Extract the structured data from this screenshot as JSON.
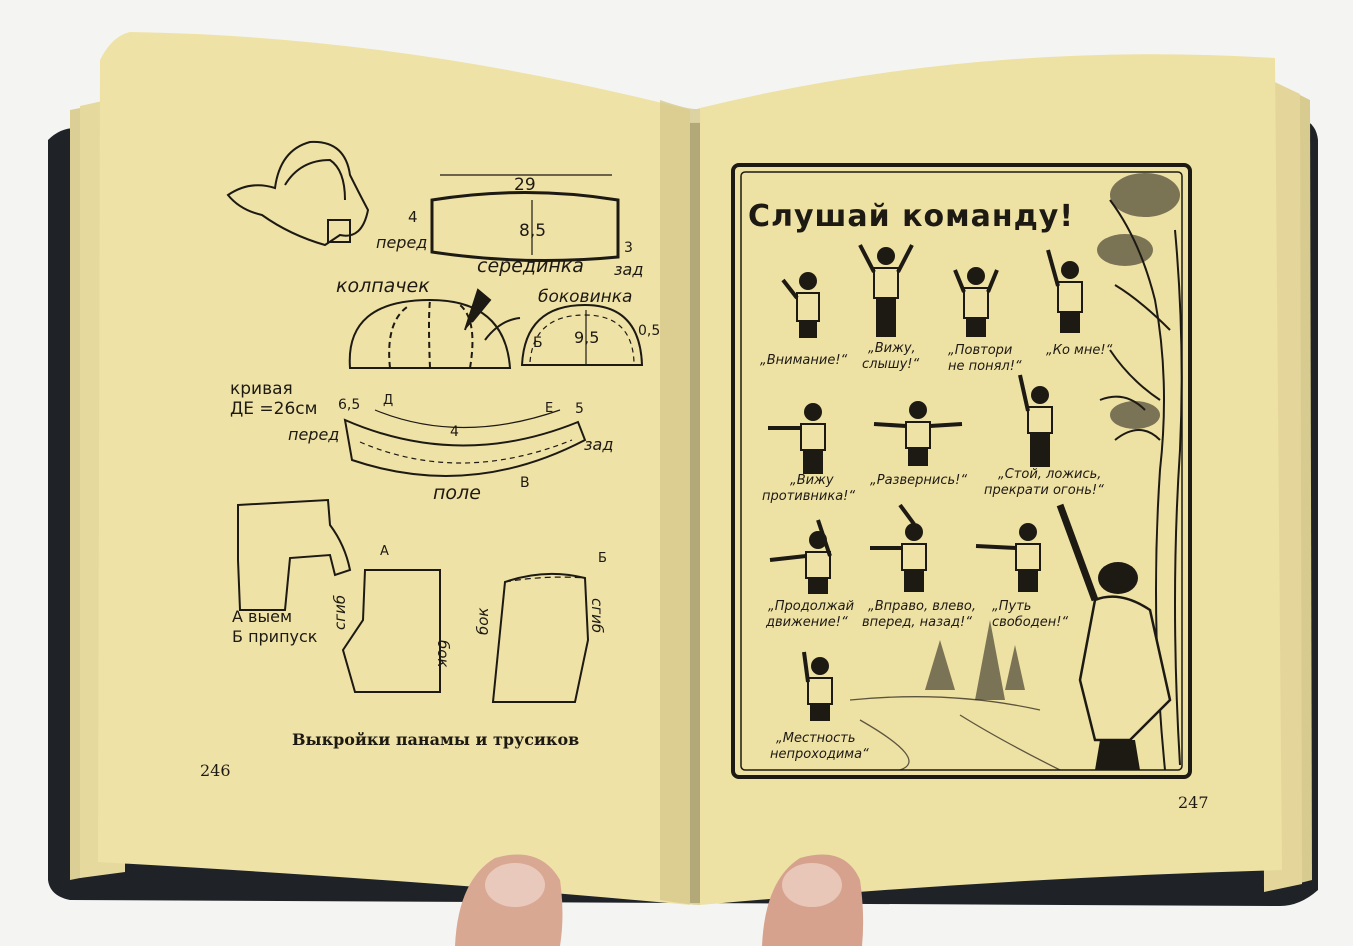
{
  "left_page": {
    "caption": "Выкройки панамы и трусиков",
    "page_number": "246",
    "labels": {
      "w29": "29",
      "h4": "4",
      "h85": "8,5",
      "h3": "3",
      "pered1": "перед",
      "zad1": "зад",
      "seredinka": "серединка",
      "kolpachek": "колпачек",
      "bokovinka": "боковинка",
      "b1": "Б",
      "h95": "9,5",
      "v05": "0,5",
      "krivaya": "кривая",
      "de26": "ДЕ =26см",
      "v65": "6,5",
      "d": "Д",
      "e": "Е",
      "v5": "5",
      "v4b": "4",
      "pered2": "перед",
      "zad2": "зад",
      "v": "В",
      "pole": "поле",
      "a_mark": "А",
      "b_mark": "Б",
      "a_viem": "А выем",
      "b_pripusk": "Б припуск",
      "sgib1": "сгиб",
      "bok1": "бок",
      "bok2": "бок",
      "sgib2": "сгиб"
    }
  },
  "right_page": {
    "title": "Слушай команду!",
    "page_number": "247",
    "commands": [
      "„Внимание!“",
      "„Вижу,",
      "слышу!“",
      "„Повтори",
      "не понял!“",
      "„Ко мне!“",
      "„Вижу",
      "противника!“",
      "„Развернись!“",
      "„Стой, ложись,",
      "прекрати огонь!“",
      "„Продолжай",
      "движение!“",
      "„Вправо, влево,",
      "вперед, назад!“",
      "„Путь",
      "свободен!“",
      "„Местность",
      "непроходима“"
    ]
  },
  "colors": {
    "paper": "#efe2a6",
    "ink": "#1d1a14",
    "cover": "#1f2328",
    "background": "#f4f4f3",
    "skin": "#d9a893"
  }
}
